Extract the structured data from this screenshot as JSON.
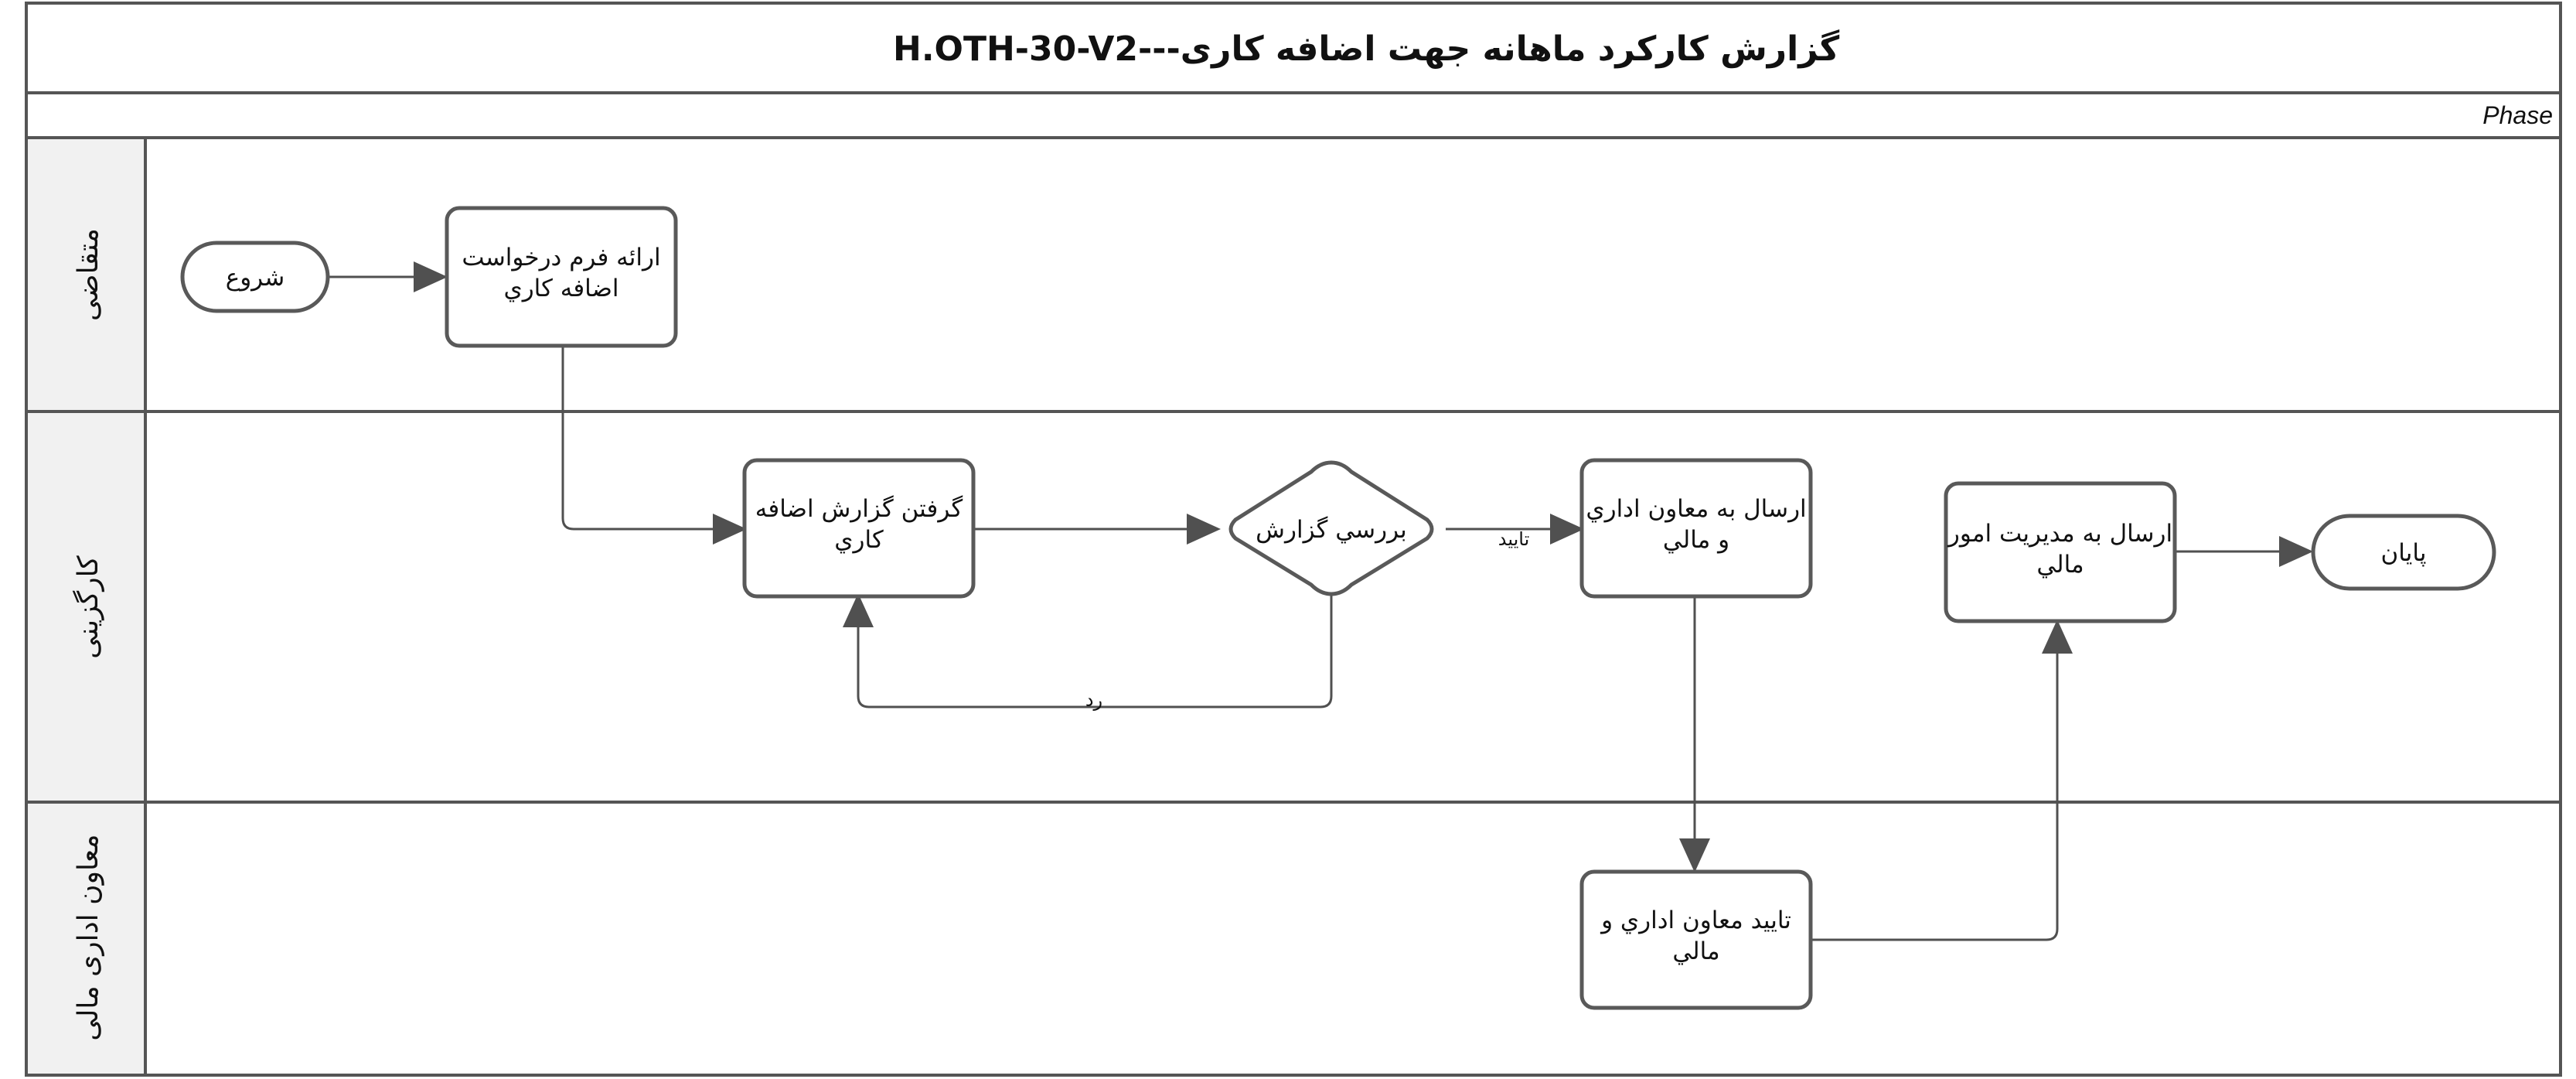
{
  "title": "گزارش کارکرد ماهانه جهت اضافه کاری---H.OTH-30-V2",
  "phase_label": "Phase",
  "lanes": [
    {
      "id": "applicant",
      "label": "متقاضی"
    },
    {
      "id": "staffing",
      "label": "کارگزینی"
    },
    {
      "id": "deputy",
      "label": "معاون اداری مالی"
    }
  ],
  "nodes": {
    "start": {
      "label": "شروع",
      "shape": "terminal"
    },
    "submit_form": {
      "label_lines": [
        "ارائه فرم درخواست",
        "اضافه کاري"
      ],
      "shape": "process"
    },
    "get_report": {
      "label_lines": [
        "گرفتن گزارش اضافه",
        "کاري"
      ],
      "shape": "process"
    },
    "review": {
      "label": "بررسي گزارش",
      "shape": "decision"
    },
    "send_deputy": {
      "label_lines": [
        "ارسال به معاون اداري",
        "و مالي"
      ],
      "shape": "process"
    },
    "deputy_approve": {
      "label_lines": [
        "تاييد معاون اداري و",
        "مالي"
      ],
      "shape": "process"
    },
    "send_finance": {
      "label_lines": [
        "ارسال به  مديريت امور",
        "مالي"
      ],
      "shape": "process"
    },
    "end": {
      "label": "پايان",
      "shape": "terminal"
    }
  },
  "edge_labels": {
    "approve": "تاييد",
    "reject": "رد"
  },
  "colors": {
    "stroke": "#595959",
    "lane_header_fill": "#f1f1f1",
    "frame": "#555555"
  }
}
